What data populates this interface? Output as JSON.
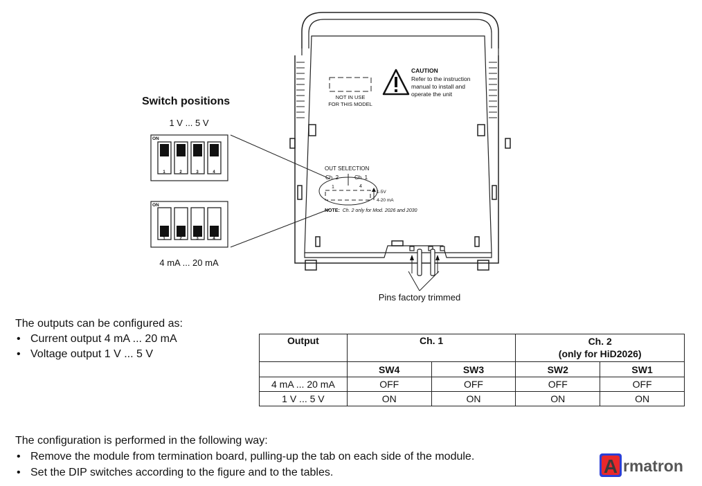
{
  "figure": {
    "switch_positions_title": "Switch positions",
    "voltage_label": "1 V ... 5 V",
    "current_label": "4 mA ... 20 mA",
    "dip_on_label": "ON",
    "dip_numbers": [
      "1",
      "2",
      "3",
      "4"
    ],
    "caution_title": "CAUTION",
    "caution_lines": [
      "Refer to the instruction",
      "manual to install and",
      "operate the unit"
    ],
    "not_in_use_lines": [
      "NOT IN USE",
      "FOR THIS MODEL"
    ],
    "out_selection": "OUT SELECTION",
    "ch2_label": "Ch. 2",
    "ch1_label": "Ch. 1",
    "mini_numbers": [
      "1",
      "4"
    ],
    "range_1_5v": "1-5V",
    "range_4_20ma": "4-20 mA",
    "note_label": "NOTE:",
    "note_text": "Ch. 2 only for Mod. 2026 and 2030",
    "pins_label": "Pins factory trimmed"
  },
  "intro": {
    "text": "The outputs can be configured as:",
    "bullets": [
      "Current output 4 mA ... 20 mA",
      "Voltage output 1 V ... 5 V"
    ]
  },
  "table": {
    "header_output": "Output",
    "header_ch1": "Ch. 1",
    "header_ch2_line1": "Ch. 2",
    "header_ch2_line2": "(only for HiD2026)",
    "switches": [
      "SW4",
      "SW3",
      "SW2",
      "SW1"
    ],
    "rows": [
      {
        "output": "4 mA ... 20 mA",
        "values": [
          "OFF",
          "OFF",
          "OFF",
          "OFF"
        ]
      },
      {
        "output": "1 V ... 5 V",
        "values": [
          "ON",
          "ON",
          "ON",
          "ON"
        ]
      }
    ]
  },
  "steps": {
    "text": "The configuration is performed in the following way:",
    "bullets": [
      "Remove the module from termination board, pulling-up the tab on each side of the module.",
      "Set the DIP switches according to the figure and to the tables."
    ]
  },
  "logo": {
    "letter": "A",
    "rest": "rmatron",
    "colors": {
      "red": "#e8282b",
      "blue": "#2b3fd6",
      "text": "#555555"
    }
  }
}
